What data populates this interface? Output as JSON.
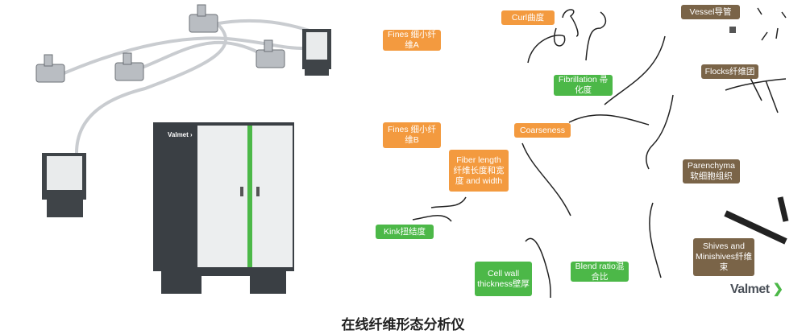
{
  "labels": {
    "curl": "Curl曲度",
    "fines_a": "Fines 细小纤维A",
    "fibrillation": "Fibrillation 帚化度",
    "vessel": "Vessel导管",
    "flocks": "Flocks纤维团",
    "fines_b": "Fines 细小纤维B",
    "coarseness": "Coarseness",
    "fiber_length": "Fiber length 纤维长度和宽度 and width",
    "parenchyma": "Parenchyma 软细胞组织",
    "kink": "Kink扭结度",
    "cell_wall": "Cell wall thickness壁厚",
    "blend_ratio": "Blend ratio混合比",
    "shives": "Shives and Minishives纤维束"
  },
  "logo": "Valmet",
  "cabinet_logo": "Valmet",
  "caption": "在线纤维形态分析仪",
  "colors": {
    "orange": "#f39a3f",
    "green": "#4cb848",
    "brown": "#7a6448"
  }
}
